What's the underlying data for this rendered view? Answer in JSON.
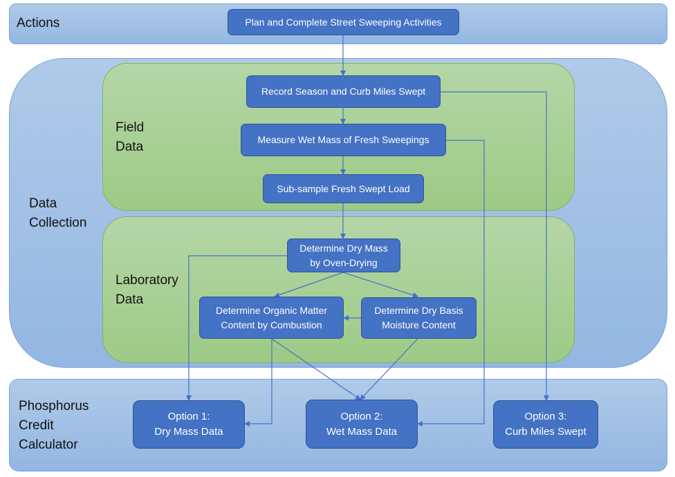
{
  "lanes": {
    "actions": "Actions",
    "data_collection": "Data\nCollection",
    "calculator": "Phosphorus\nCredit\nCalculator"
  },
  "groups": {
    "field": "Field\nData",
    "laboratory": "Laboratory\nData"
  },
  "nodes": {
    "plan": "Plan and Complete Street Sweeping Activities",
    "record": "Record Season and Curb Miles Swept",
    "wet_mass": "Measure Wet Mass of Fresh Sweepings",
    "subsample": "Sub-sample Fresh Swept Load",
    "dry_mass": "Determine Dry Mass\nby Oven-Drying",
    "organic": "Determine Organic Matter\nContent by Combustion",
    "moisture": "Determine Dry Basis\nMoisture Content",
    "option1": "Option 1:\nDry Mass Data",
    "option2": "Option 2:\nWet Mass Data",
    "option3": "Option 3:\nCurb Miles Swept"
  },
  "edges": [
    {
      "from": "plan",
      "to": "record"
    },
    {
      "from": "record",
      "to": "wet_mass"
    },
    {
      "from": "record",
      "to": "option3"
    },
    {
      "from": "wet_mass",
      "to": "subsample"
    },
    {
      "from": "wet_mass",
      "to": "option2"
    },
    {
      "from": "subsample",
      "to": "dry_mass"
    },
    {
      "from": "dry_mass",
      "to": "organic"
    },
    {
      "from": "dry_mass",
      "to": "moisture"
    },
    {
      "from": "dry_mass",
      "to": "option1"
    },
    {
      "from": "moisture",
      "to": "organic"
    },
    {
      "from": "organic",
      "to": "option1"
    },
    {
      "from": "organic",
      "to": "option2"
    },
    {
      "from": "moisture",
      "to": "option2"
    }
  ],
  "colors": {
    "node_fill": "#4472c4",
    "lane_fill": "#a4c2e6",
    "group_fill": "#a9d095",
    "connector": "#4472c4"
  }
}
